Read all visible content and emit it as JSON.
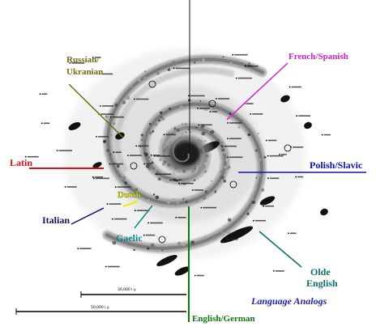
{
  "title": "Language Analogs",
  "colors": {
    "title": "#2222aa",
    "latin": "#dd1111",
    "french_spanish": "#cc22cc",
    "polish_slavic": "#1111bb",
    "russian_ukranian": "#6e6e14",
    "dutch": "#eeee00",
    "italian": "#121266",
    "gaelic": "#118888",
    "olde_english": "#116e6e",
    "english_german": "#117711",
    "scale": "#000000"
  },
  "labels": {
    "russian_line1": "Russian/",
    "russian_line2": "Ukranian",
    "french_spanish": "French/Spanish",
    "latin": "Latin",
    "polish_slavic": "Polish/Slavic",
    "dutch": "Dutch",
    "italian": "Italian",
    "gaelic": "Gaelic",
    "olde_line1": "Olde",
    "olde_line2": "English",
    "english_german": "English/German"
  },
  "scale_bars": {
    "upper": "30,000 l.y.",
    "lower": "50,000 l.y."
  }
}
